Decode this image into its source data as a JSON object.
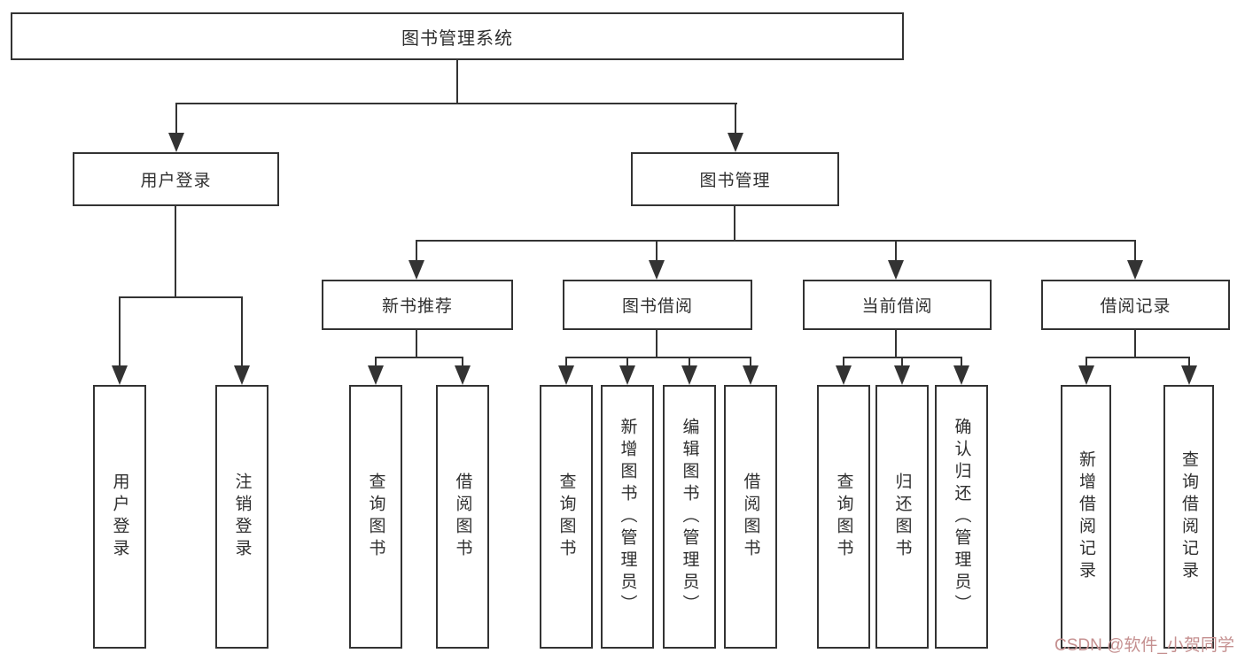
{
  "tree": {
    "root": {
      "label": "图书管理系统"
    },
    "branches": [
      {
        "label": "用户登录",
        "children": [
          {
            "label": "用户登录"
          },
          {
            "label": "注销登录"
          }
        ]
      },
      {
        "label": "图书管理",
        "children": [
          {
            "label": "新书推荐",
            "children": [
              {
                "label": "查询图书"
              },
              {
                "label": "借阅图书"
              }
            ]
          },
          {
            "label": "图书借阅",
            "children": [
              {
                "label": "查询图书"
              },
              {
                "label": "新增图书（管理员）"
              },
              {
                "label": "编辑图书（管理员）"
              },
              {
                "label": "借阅图书"
              }
            ]
          },
          {
            "label": "当前借阅",
            "children": [
              {
                "label": "查询图书"
              },
              {
                "label": "归还图书"
              },
              {
                "label": "确认归还（管理员）"
              }
            ]
          },
          {
            "label": "借阅记录",
            "children": [
              {
                "label": "新增借阅记录"
              },
              {
                "label": "查询借阅记录"
              }
            ]
          }
        ]
      }
    ]
  },
  "watermark": {
    "text": "CSDN @软件_小贺同学"
  },
  "colors": {
    "line": "#333333",
    "box_fill": "#ffffff",
    "text": "#2f2f2f",
    "watermark": "#c59090"
  }
}
